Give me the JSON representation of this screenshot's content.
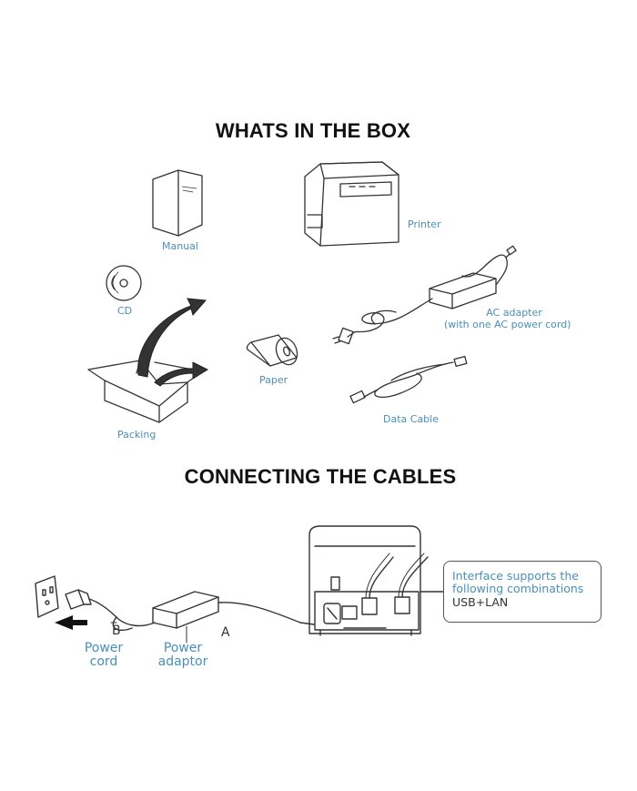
{
  "headings": {
    "box": "WHATS IN THE BOX",
    "cables": "CONNECTING THE CABLES"
  },
  "box_items": {
    "manual": "Manual",
    "printer": "Printer",
    "cd": "CD",
    "ac_adapter": "AC adapter",
    "ac_adapter_note": "(with one AC power cord)",
    "paper": "Paper",
    "data_cable": "Data Cable",
    "packing": "Packing"
  },
  "cables": {
    "letter_b": "B",
    "letter_a": "A",
    "power_cord_line1": "Power",
    "power_cord_line2": "cord",
    "power_adaptor_line1": "Power",
    "power_adaptor_line2": "adaptor",
    "interface_line1": "Interface supports the",
    "interface_line2": "following combinations",
    "interface_line3": "USB+LAN"
  },
  "colors": {
    "label": "#4a8fb8",
    "line_art": "#333333",
    "heading": "#111111"
  }
}
